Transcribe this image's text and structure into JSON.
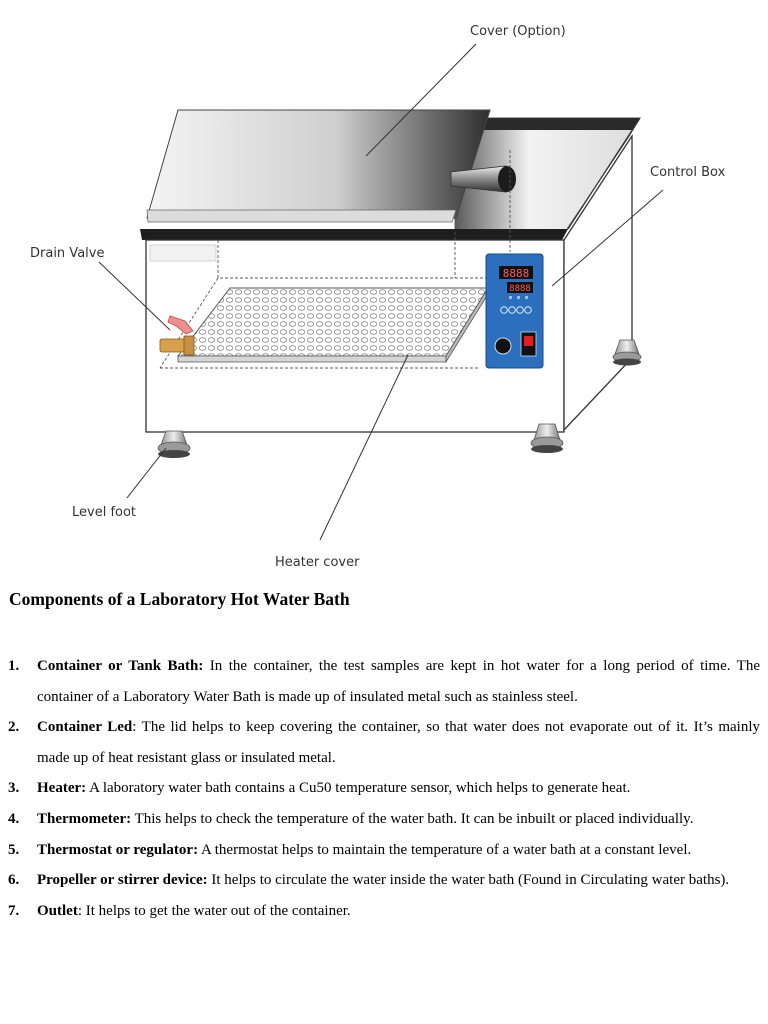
{
  "figure": {
    "labels": {
      "cover": "Cover (Option)",
      "control_box": "Control Box",
      "drain_valve": "Drain Valve",
      "level_foot": "Level foot",
      "heater_cover": "Heater cover"
    },
    "display_top": "8888",
    "display_bottom": "8888"
  },
  "heading": "Components of a Laboratory Hot Water Bath",
  "items": [
    {
      "num": "1.",
      "term": "Container or Tank Bath:",
      "text": " In the container, the test samples are kept in hot water for a long period of time. The container of a  Laboratory Water Bath is made up of insulated metal such as stainless steel."
    },
    {
      "num": "2.",
      "term": "Container Led",
      "text": ": The lid helps to keep covering the container, so that water does not evaporate out of it. It’s mainly made up of heat resistant glass or insulated metal."
    },
    {
      "num": "3.",
      "term": "Heater:",
      "text": " A laboratory water bath contains a Cu50 temperature sensor, which helps to generate heat."
    },
    {
      "num": "4.",
      "term": "Thermometer:",
      "text": " This helps to check the temperature of the water bath. It can be inbuilt or placed individually."
    },
    {
      "num": "5.",
      "term": "Thermostat or regulator:",
      "text": " A thermostat helps to maintain the temperature of a water bath at a constant level."
    },
    {
      "num": "6.",
      "term": "Propeller or stirrer device:",
      "text": " It helps to circulate the water inside the water bath (Found in Circulating water baths)."
    },
    {
      "num": "7.",
      "term": "Outlet",
      "text": ": It helps to get the water out of the container."
    }
  ]
}
